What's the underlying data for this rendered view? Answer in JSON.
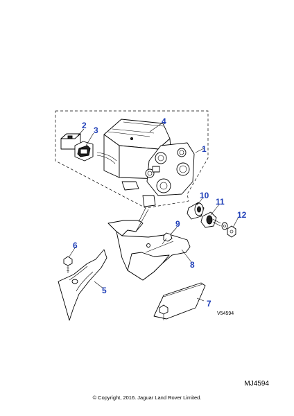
{
  "callouts": {
    "c1": "1",
    "c2": "2",
    "c3": "3",
    "c4": "4",
    "c5": "5",
    "c6": "6",
    "c7": "7",
    "c8": "8",
    "c9": "9",
    "c10": "10",
    "c11": "11",
    "c12": "12"
  },
  "figure_ref": "V54594",
  "diagram_code": "MJ4594",
  "copyright": "© Copyright, 2016. Jaguar Land Rover Limited.",
  "colors": {
    "callout": "#1f3fb8",
    "line": "#000000"
  }
}
